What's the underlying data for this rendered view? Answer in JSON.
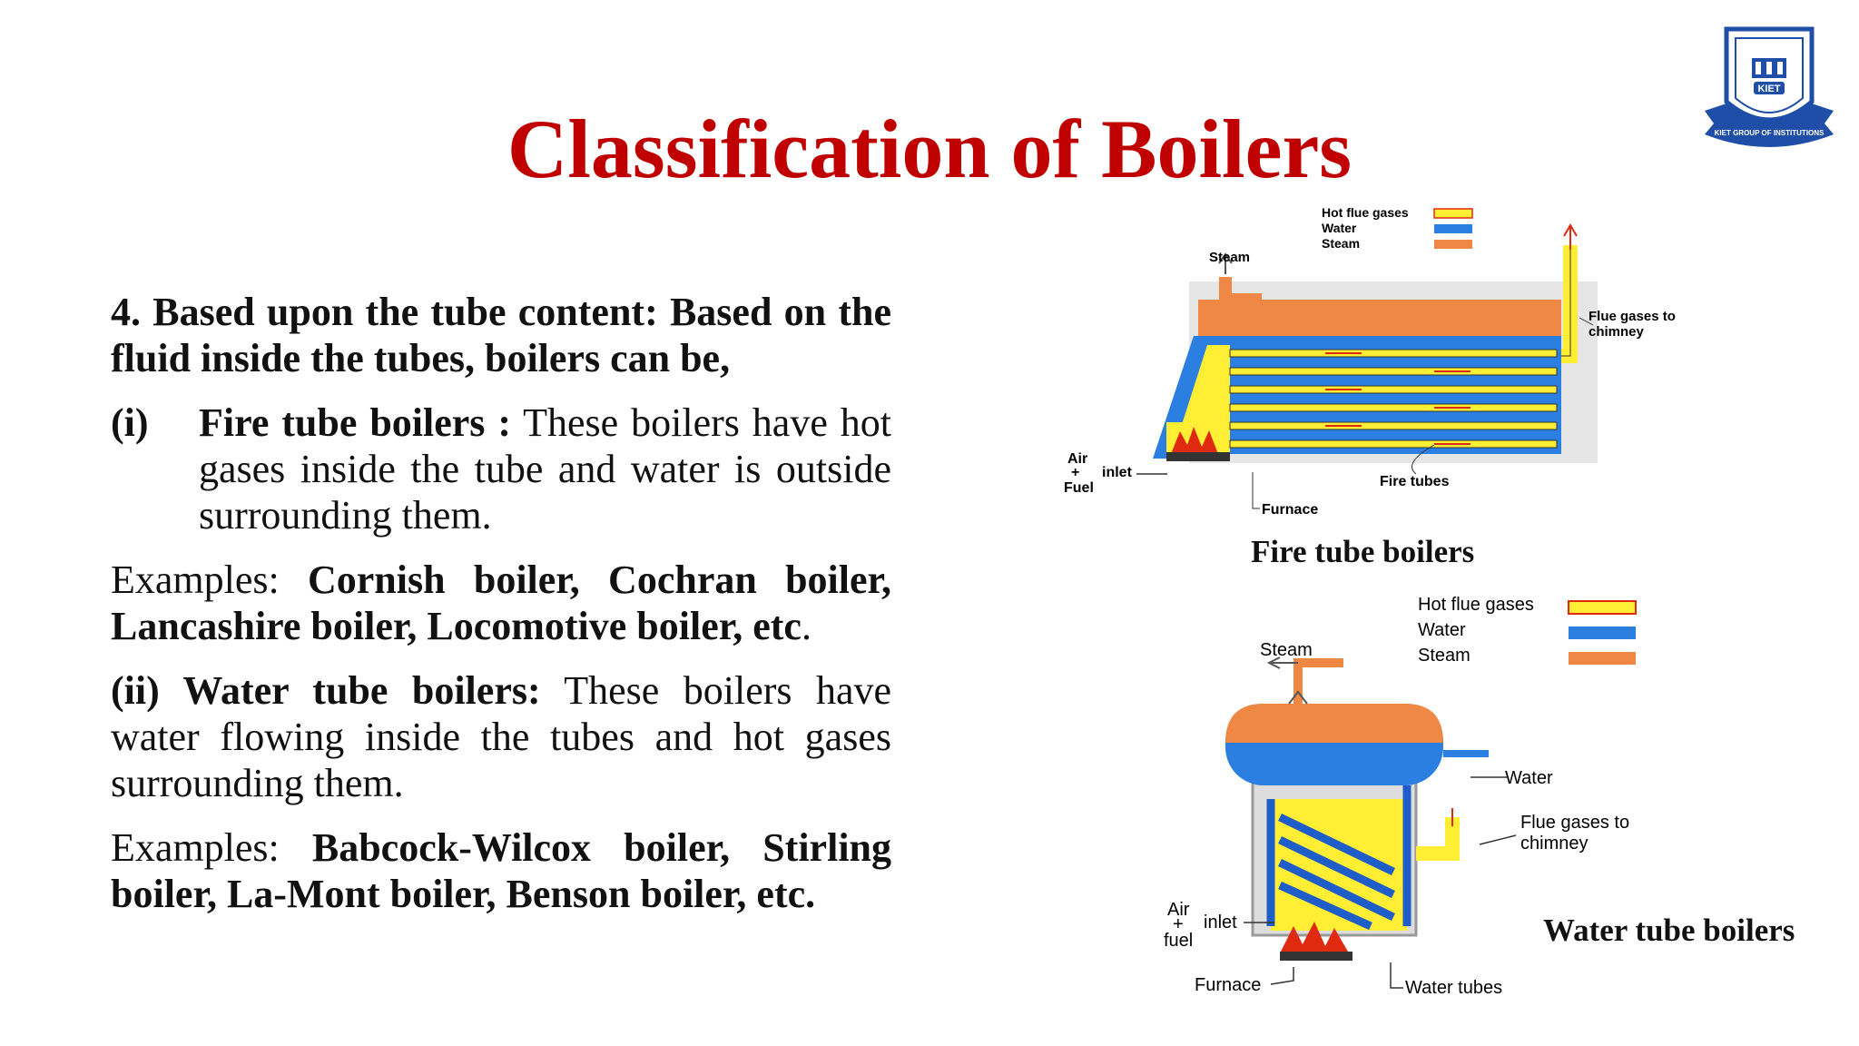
{
  "slide": {
    "title": "Classification of Boilers",
    "logo": {
      "emblem_text": "KIET",
      "ring_text": "KIET GROUP OF INSTITUTIONS"
    }
  },
  "content": {
    "intro": "4. Based upon the tube content: Based on the fluid inside the tubes, boilers can be,",
    "fire": {
      "num": "(i)",
      "term": "Fire tube boilers :",
      "desc": " These boilers have hot gases inside the tube and water is outside surrounding them."
    },
    "fire_examples": {
      "prefix": "Examples: ",
      "list": "Cornish boiler, Cochran boiler, Lancashire boiler, Locomotive boiler, etc",
      "suffix": "."
    },
    "water": {
      "term": "(ii) Water tube boilers:",
      "desc": " These boilers have water flowing inside the tubes and hot gases surrounding them."
    },
    "water_examples": {
      "prefix": "Examples: ",
      "list": "Babcock-Wilcox boiler, Stirling boiler, La-Mont boiler, Benson boiler, etc."
    }
  },
  "fire_diagram": {
    "caption": "Fire tube boilers",
    "legend": [
      "Hot flue gases",
      "Water",
      "Steam"
    ],
    "labels": {
      "steam": "Steam",
      "flue1": "Flue gases to",
      "flue2": "chimney",
      "air": "Air",
      "plus": "+",
      "fuel": "Fuel",
      "inlet": "inlet",
      "fire_tubes": "Fire tubes",
      "furnace": "Furnace"
    }
  },
  "water_diagram": {
    "caption": "Water tube boilers",
    "legend": [
      "Hot flue gases",
      "Water",
      "Steam"
    ],
    "labels": {
      "steam": "Steam",
      "water": "Water",
      "flue1": "Flue gases to",
      "flue2": "chimney",
      "air": "Air",
      "plus": "+",
      "fuel": "fuel",
      "inlet": "inlet",
      "furnace": "Furnace",
      "water_tubes": "Water tubes"
    }
  },
  "colors": {
    "title": "#c00000",
    "hot_gas": "#ffee33",
    "water": "#2a7fe0",
    "steam": "#ee8844",
    "flame": "#e02a10",
    "logo_blue": "#1e4ea8"
  }
}
